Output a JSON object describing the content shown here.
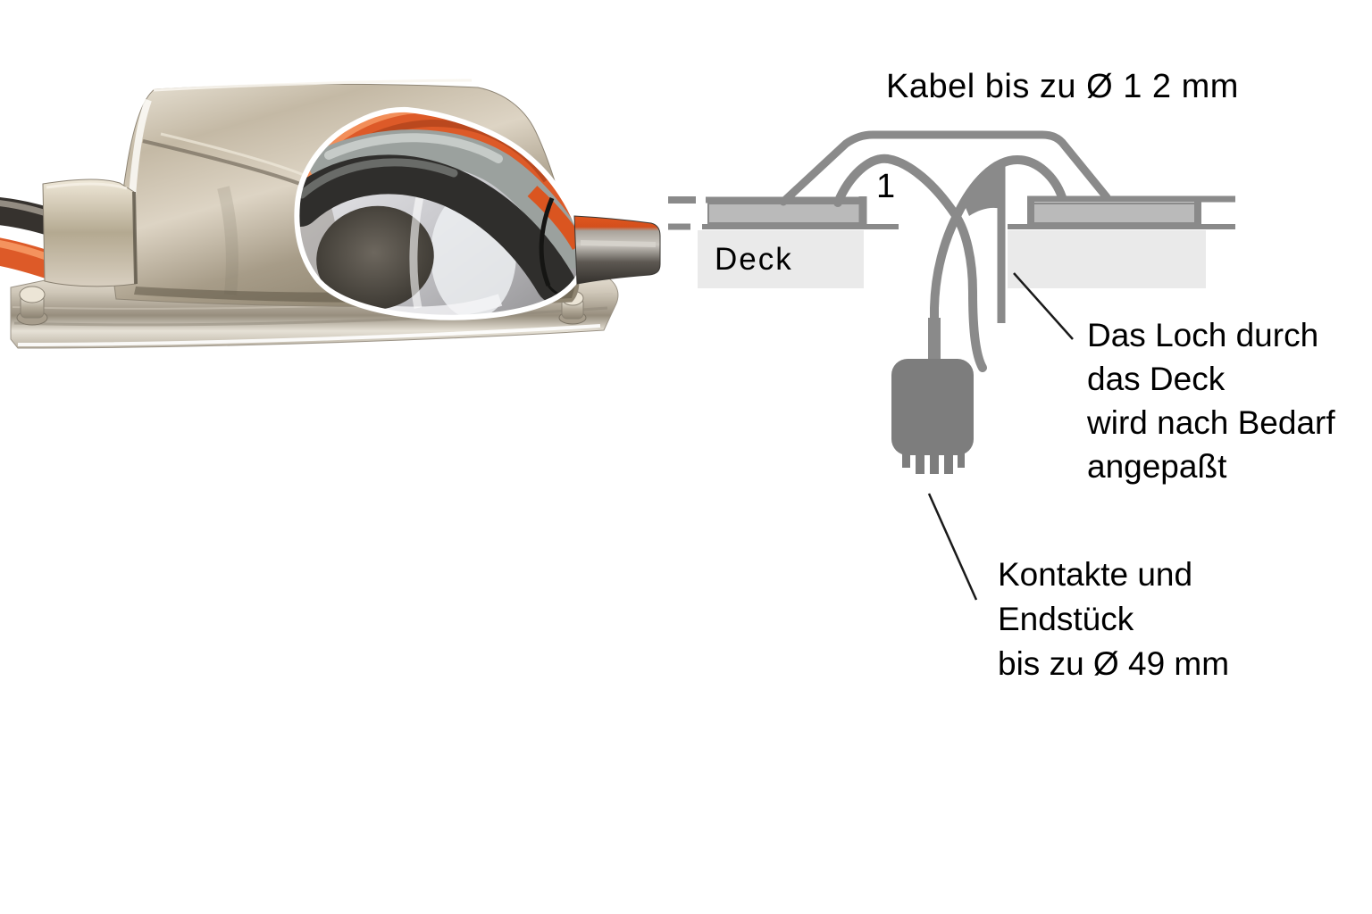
{
  "photo": {
    "colors": {
      "orange": "#dd5a28",
      "black": "#2f2e2c",
      "gray": "#9ba19e",
      "steel": "#c9bfae"
    }
  },
  "diagram": {
    "title": "Kabel bis zu Ø 1 2 mm",
    "step_label": "1",
    "deck_label": "Deck",
    "hole_note_lines": [
      "Das Loch durch",
      "das Deck",
      "wird nach Bedarf",
      "angepaßt"
    ],
    "connector_note_lines": [
      "Kontakte und",
      "Endstück",
      "bis zu Ø 49 mm"
    ],
    "colors": {
      "line": "#8a8a8a",
      "deck": "#eaeaea",
      "flange": "#bababa",
      "connector": "#7d7d7d",
      "pointer": "#1a1a1a",
      "text": "#000000"
    }
  }
}
